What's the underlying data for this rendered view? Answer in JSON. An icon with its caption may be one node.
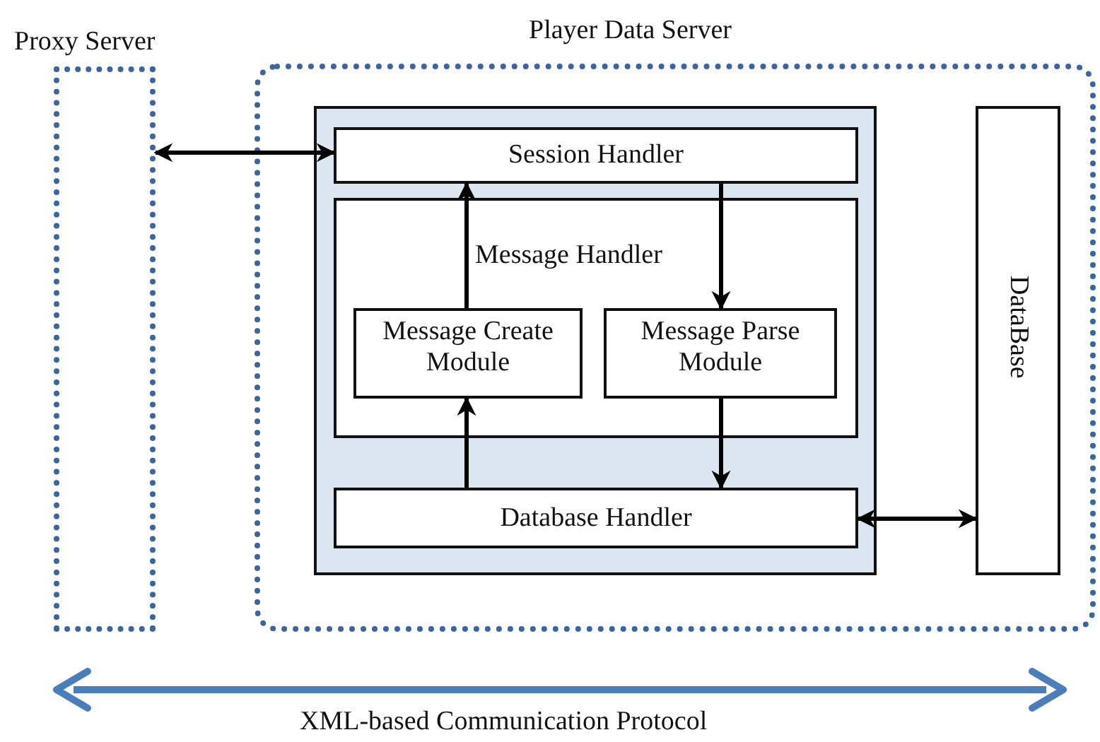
{
  "diagram": {
    "nodes": [
      {
        "text": [
          "Proxy Server"
        ]
      },
      {
        "text": [
          "Player Data Server"
        ]
      },
      {
        "text": [],
        "shape": "box",
        "in": 1
      },
      {
        "text": [
          "Session Handler"
        ],
        "in": 2
      },
      {
        "text": [
          "Message Handler"
        ],
        "in": 2
      },
      {
        "text": [
          "Message Create Module"
        ],
        "in": 4
      },
      {
        "text": [
          "Message Parse Module"
        ],
        "in": 4
      },
      {
        "text": [
          "Database Handler"
        ],
        "in": 2
      },
      {
        "text": [
          "DataBase"
        ],
        "in": 1
      }
    ],
    "edges": [
      {
        "from": 0,
        "to": 3,
        "arrow": "both"
      },
      {
        "from": 5,
        "to": 3,
        "arrow": "to"
      },
      {
        "from": 3,
        "to": 6,
        "arrow": "to"
      },
      {
        "from": 7,
        "to": 5,
        "arrow": "to"
      },
      {
        "from": 6,
        "to": 7,
        "arrow": "to"
      },
      {
        "from": 7,
        "to": 8,
        "arrow": "both"
      }
    ],
    "labels": [
      "XML-based Communication Protocol"
    ]
  }
}
